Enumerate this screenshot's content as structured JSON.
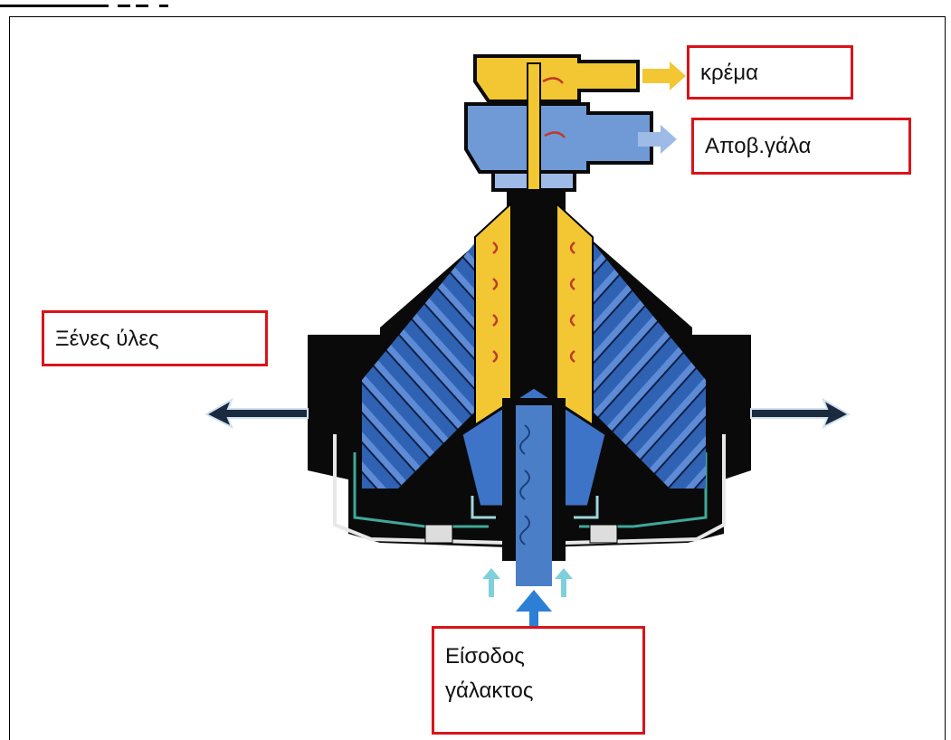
{
  "labels": {
    "cream": "κρέμα",
    "skim_milk": "Αποβ.γάλα",
    "foreign_matter": "Ξένες ύλες",
    "milk_inlet_line1": "Είσοδος",
    "milk_inlet_line2": "γάλακτος"
  },
  "colors": {
    "label_border": "#d9141a",
    "cream": "#f2c733",
    "skim": "#4a7fc8",
    "skim_light": "#9dbbe6",
    "body": "#0a0a0a",
    "disc_blue": "#2f62b3",
    "inlet_arrow": "#2d7fd6",
    "inlet_side_arrow": "#7fd0dc"
  }
}
